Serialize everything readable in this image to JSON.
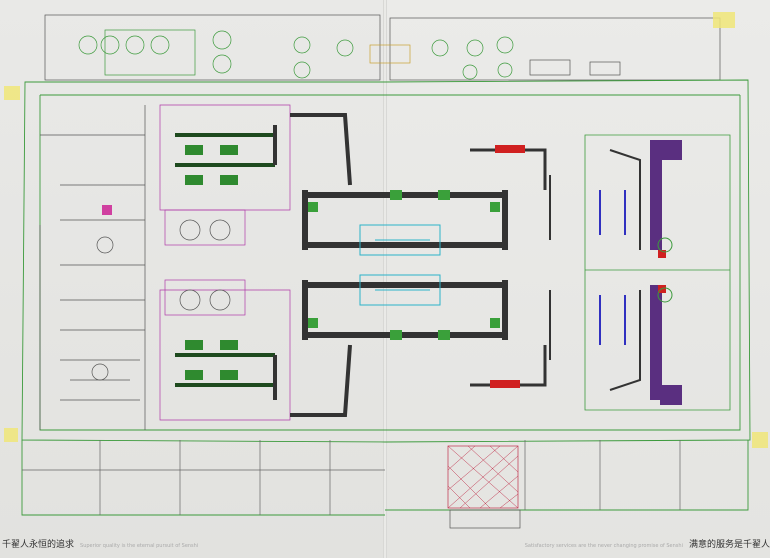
{
  "captions": {
    "left_cn": "千翟人永恒的追求",
    "left_en": "Superior quality is the eternal pursuit of Senshi",
    "right_en": "Satisfactory services are the never changing promise of Senshi",
    "right_cn": "满意的服务是千翟人"
  },
  "colors": {
    "wall": "#3c9a3c",
    "room": "#b03aa8",
    "conveyor": "#2a2a2a",
    "green": "#2f8a2f",
    "cyan": "#2bb3c9",
    "red": "#d02020",
    "blue": "#3030c0"
  }
}
